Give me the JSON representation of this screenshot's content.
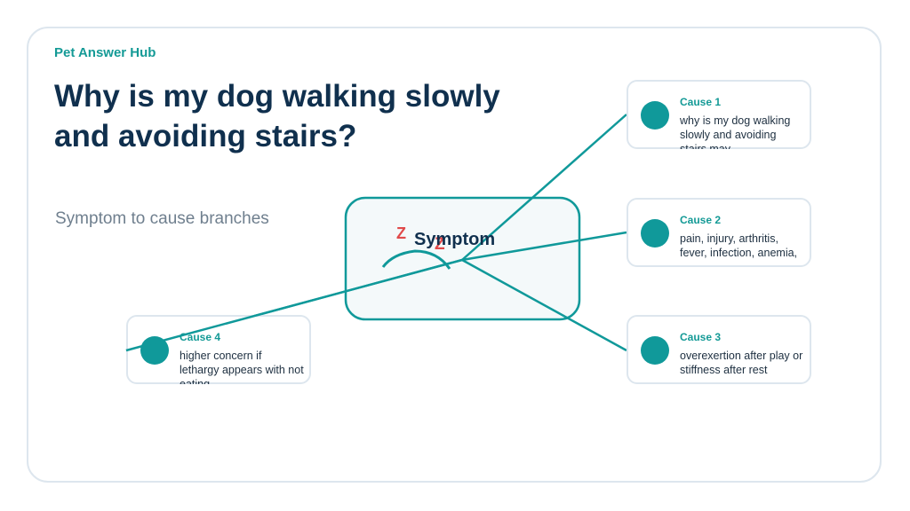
{
  "brand": "Pet Answer Hub",
  "title": "Why is my dog walking slowly and avoiding stairs?",
  "subtitle": "Symptom to cause branches",
  "hub": {
    "label": "Symptom",
    "z_small": "Z",
    "z_large": "Z"
  },
  "causes": [
    {
      "title": "Cause 1",
      "text": "why is my dog walking slowly and avoiding stairs may"
    },
    {
      "title": "Cause 2",
      "text": "pain, injury, arthritis, fever, infection, anemia,"
    },
    {
      "title": "Cause 3",
      "text": "overexertion after play or stiffness after rest"
    },
    {
      "title": "Cause 4",
      "text": "higher concern if lethargy appears with not eating,"
    }
  ],
  "colors": {
    "accent": "#149a96",
    "dot": "#10999a",
    "title": "#10304e",
    "card_border": "#dde6ee",
    "hub_fill": "#f4f9fa",
    "hub_border": "#10999a",
    "zz": "#e04a4a"
  }
}
